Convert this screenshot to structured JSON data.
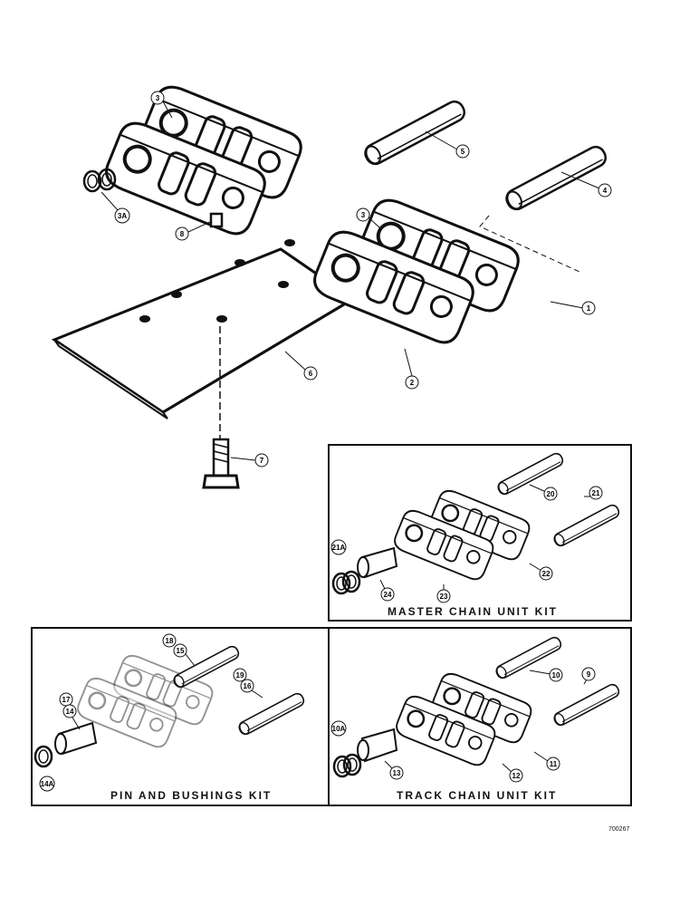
{
  "callouts": {
    "c1": "1",
    "c2": "2",
    "c3a": "3",
    "c3b": "3",
    "c3A": "3A",
    "c4": "4",
    "c5": "5",
    "c6": "6",
    "c7": "7",
    "c8": "8",
    "c20": "20",
    "c21": "21",
    "c21A": "21A",
    "c22": "22",
    "c23": "23",
    "c24": "24",
    "c18": "18",
    "c15": "15",
    "c19": "19",
    "c16": "16",
    "c17": "17",
    "c14": "14",
    "c14A": "14A",
    "c10": "10",
    "c9": "9",
    "c10A": "10A",
    "c11": "11",
    "c12": "12",
    "c13": "13"
  },
  "kits": {
    "master": "MASTER CHAIN UNIT KIT",
    "pins": "PIN AND BUSHINGS KIT",
    "track": "TRACK CHAIN UNIT KIT"
  },
  "reference_number": "700267"
}
